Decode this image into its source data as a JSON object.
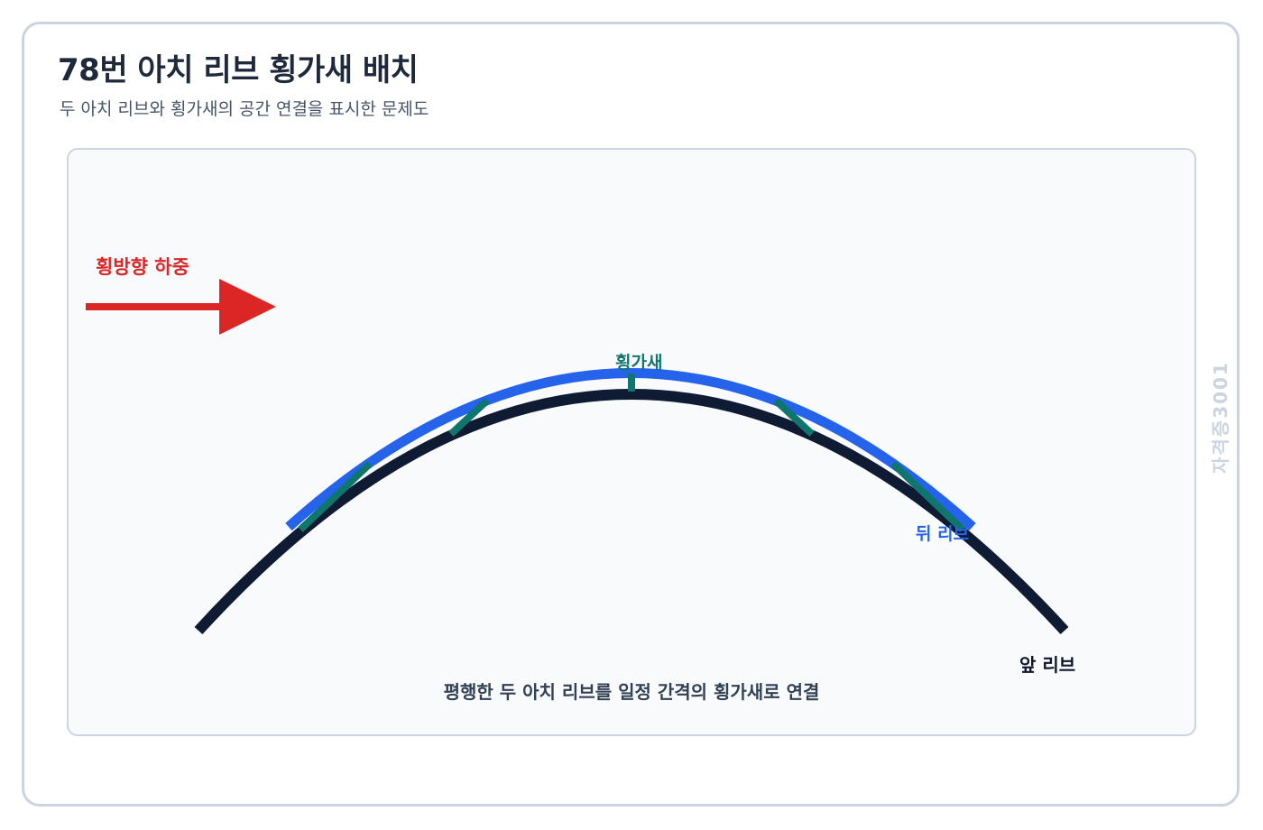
{
  "header": {
    "title": "78번 아치 리브 횡가새 배치",
    "subtitle": "두 아치 리브와 횡가새의 공간 연결을 표시한 문제도"
  },
  "diagram": {
    "load_label": "횡방향 하중",
    "bracing_label": "횡가새",
    "rear_rib_label": "뒤 리브",
    "front_rib_label": "앞 리브",
    "caption": "평행한 두 아치 리브를 일정 간격의 횡가새로 연결",
    "watermark": "자격증3001"
  },
  "colors": {
    "front_rib": "#0f1b33",
    "rear_rib": "#2563eb",
    "bracing": "#0f766e",
    "load": "#dc2626",
    "label_text": "#0f172a",
    "caption_text": "#334155",
    "watermark": "#cbd5e1"
  }
}
